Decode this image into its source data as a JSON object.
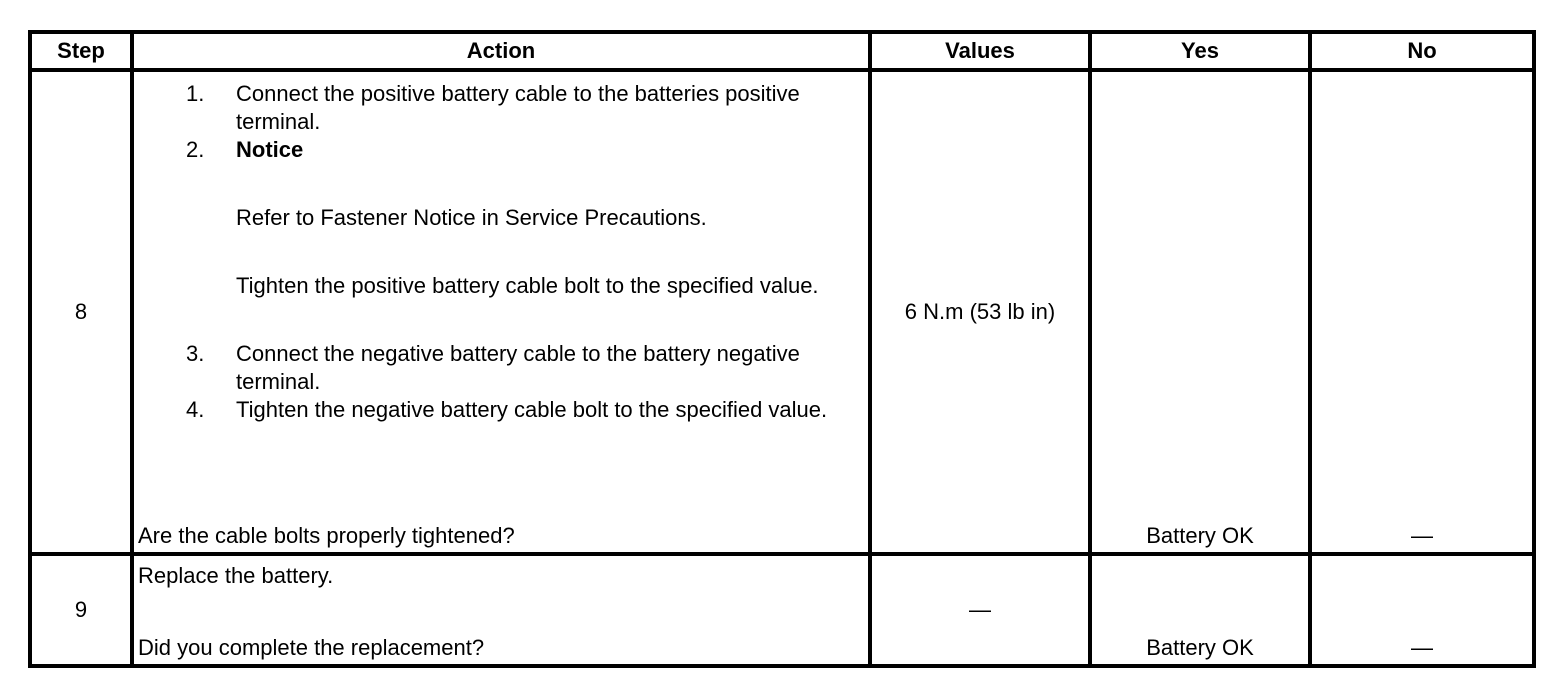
{
  "headers": {
    "step": "Step",
    "action": "Action",
    "values": "Values",
    "yes": "Yes",
    "no": "No"
  },
  "rows": [
    {
      "step": "8",
      "actions": [
        {
          "num": "1.",
          "text": "Connect the positive battery cable to the batteries positive terminal."
        },
        {
          "num": "2.",
          "title": "Notice",
          "notice": "Refer to Fastener Notice in Service Precautions.",
          "text": "Tighten the positive battery cable bolt to the specified value."
        },
        {
          "num": "3.",
          "text": "Connect the negative battery cable to the battery negative terminal."
        },
        {
          "num": "4.",
          "text": "Tighten the negative battery cable bolt to the specified value."
        }
      ],
      "question": "Are the cable bolts properly tightened?",
      "values": "6 N.m (53 lb in)",
      "yes": "Battery OK",
      "no": "—"
    },
    {
      "step": "9",
      "action": "Replace the battery.",
      "question": "Did you complete the replacement?",
      "values": "—",
      "yes": "Battery OK",
      "no": "—"
    }
  ]
}
